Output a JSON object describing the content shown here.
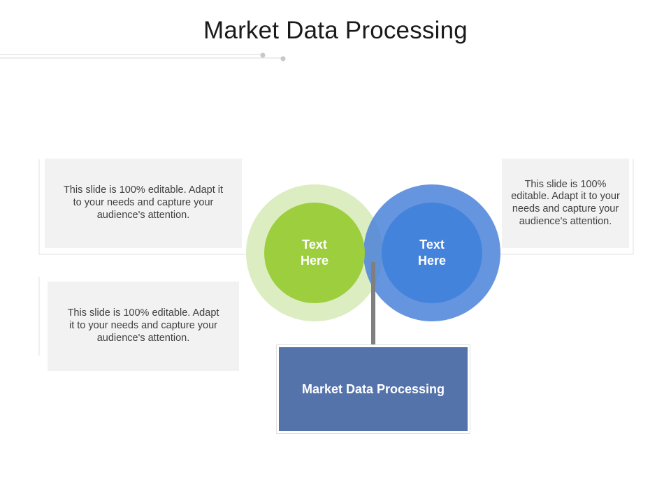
{
  "slide": {
    "title": "Market Data Processing"
  },
  "cards": {
    "top_left": "This slide is 100% editable. Adapt it to your needs and capture your audience's attention.",
    "bottom_left": "This slide is 100% editable. Adapt it to your needs and capture your audience's attention.",
    "right": "This slide is 100% editable. Adapt it to your needs and capture your audience's attention."
  },
  "circles": {
    "green": {
      "line1": "Text",
      "line2": "Here",
      "color": "#9dce3d",
      "ring_color": "#dcedc2"
    },
    "blue": {
      "line1": "Text",
      "line2": "Here",
      "color": "#4383dc",
      "ring_color": "#6b9be2"
    }
  },
  "main_box": {
    "label": "Market Data Processing",
    "color": "#5573ab"
  },
  "colors": {
    "card_bg": "#f2f2f2",
    "connector": "#7f7f7f",
    "outline": "#e2e2e2"
  }
}
